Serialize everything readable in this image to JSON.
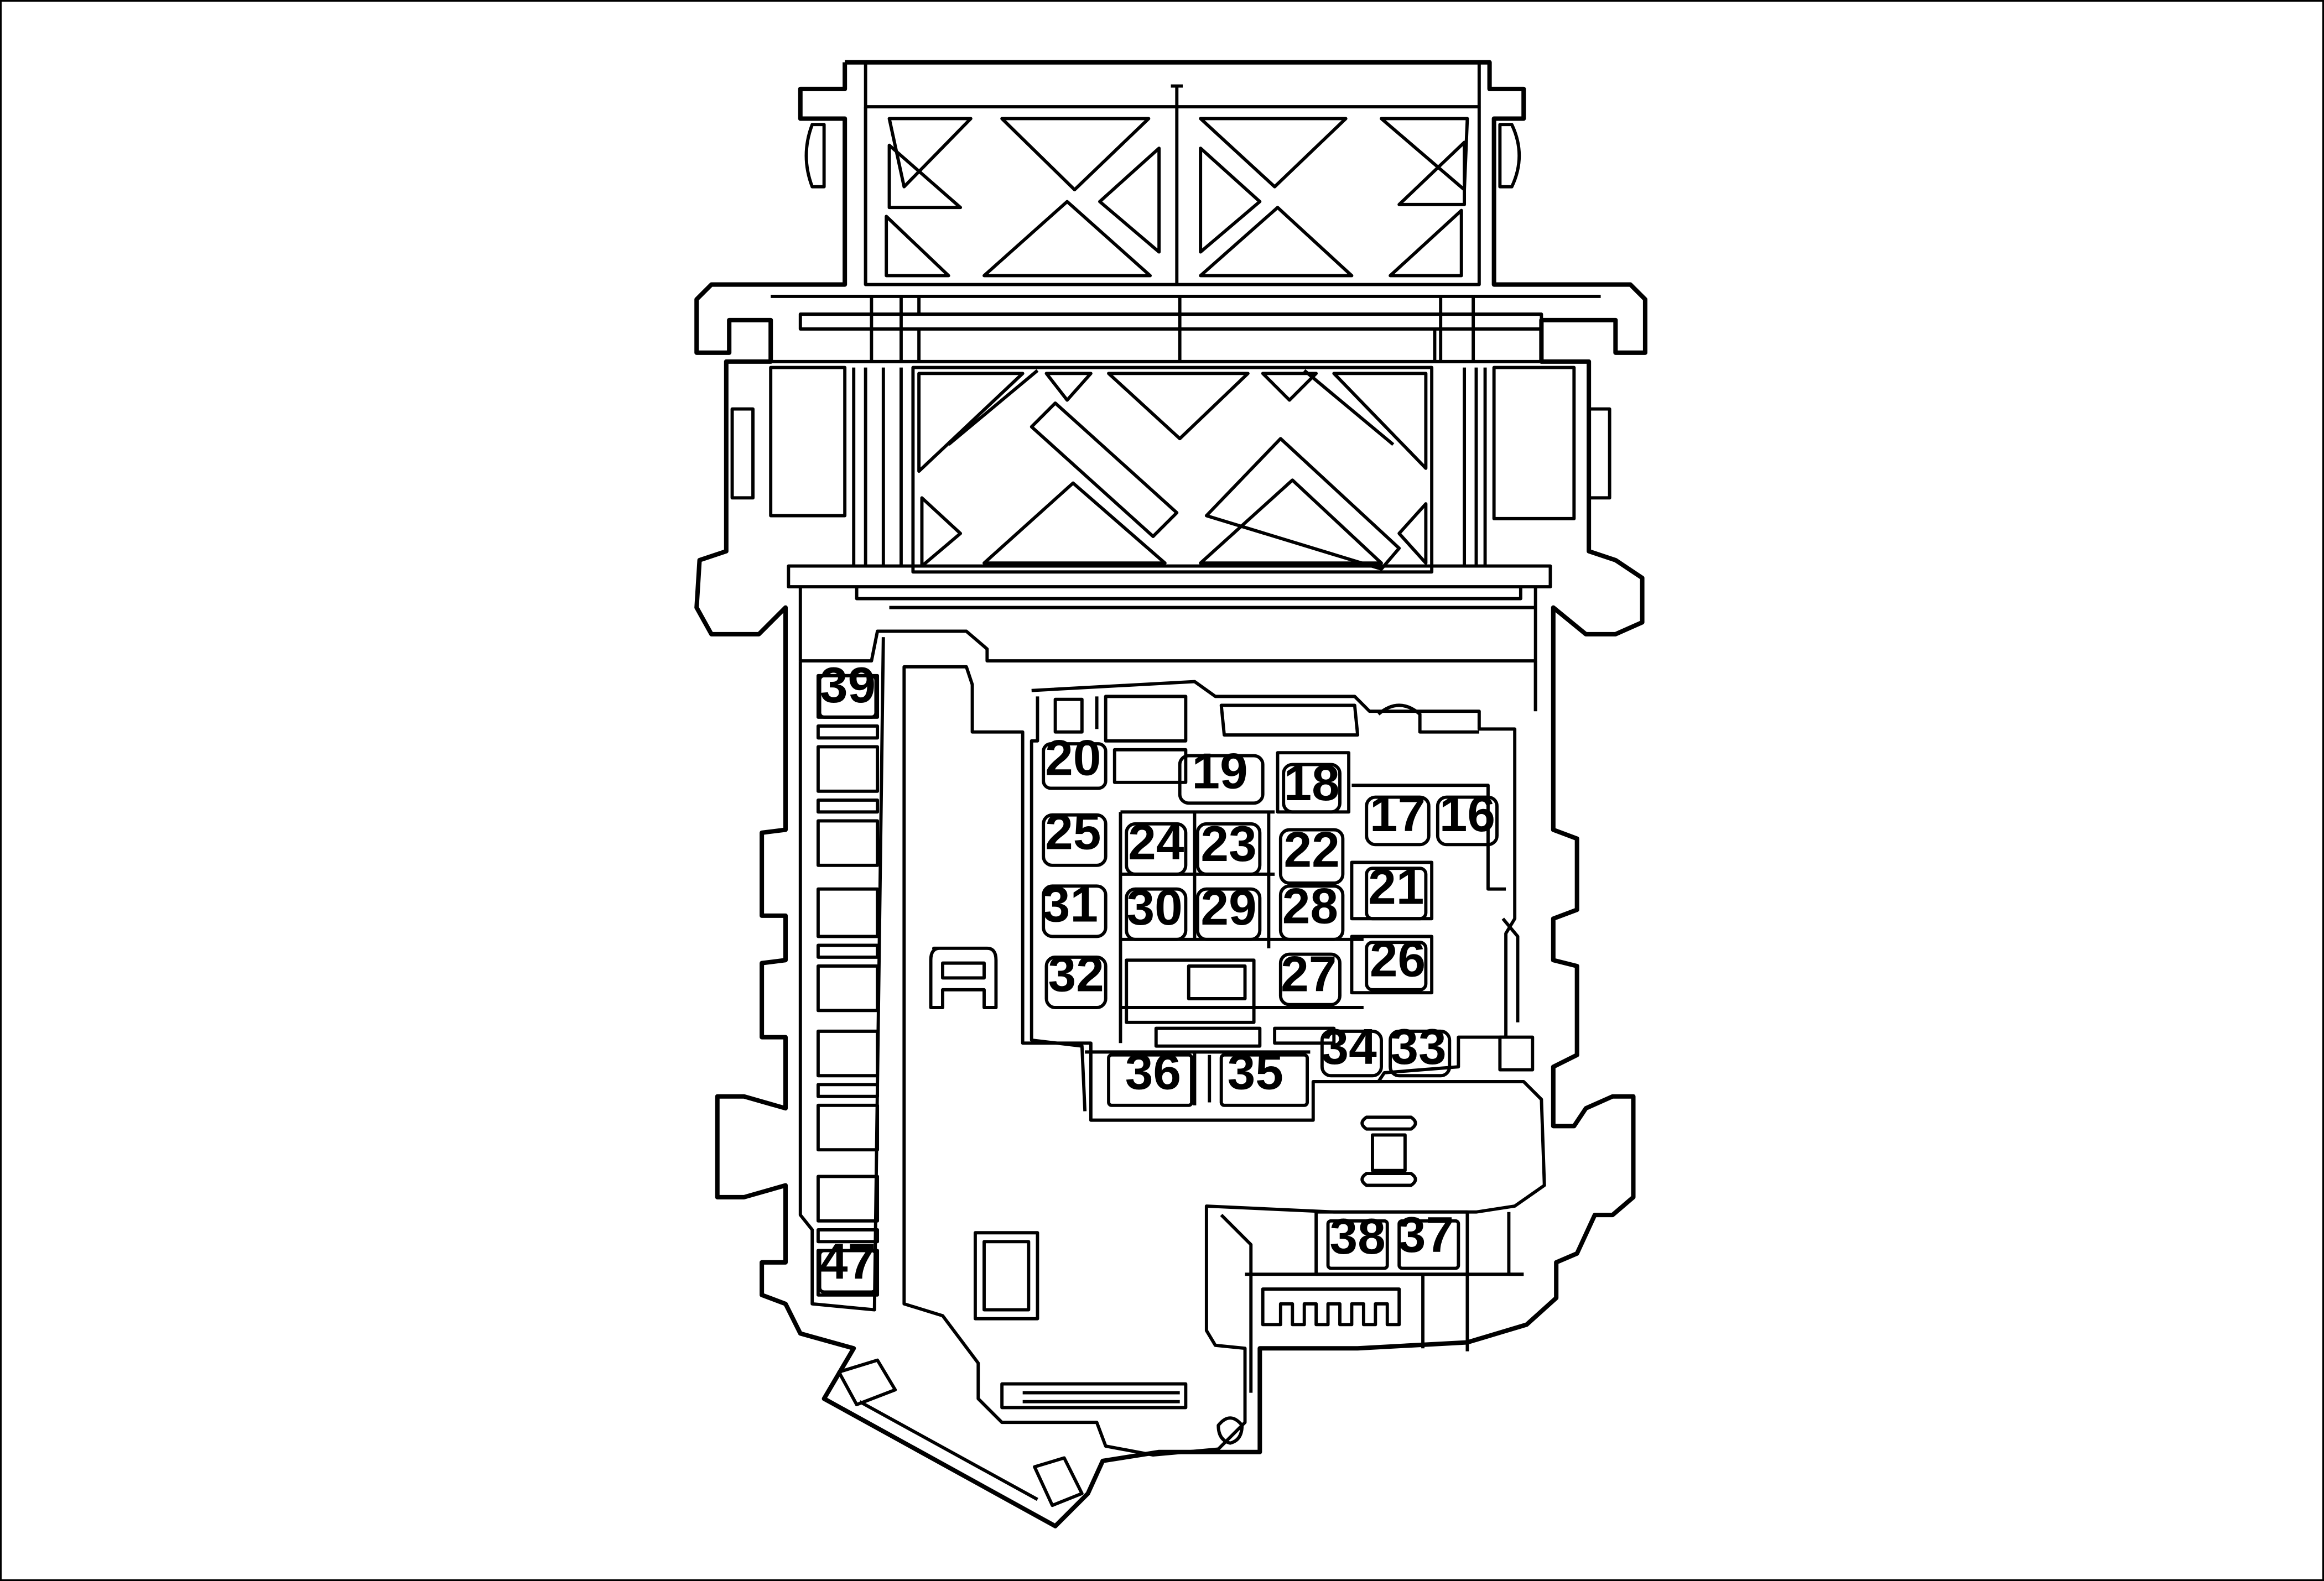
{
  "diagram": {
    "fuse_labels": [
      "16",
      "17",
      "18",
      "19",
      "20",
      "21",
      "22",
      "23",
      "24",
      "25",
      "26",
      "27",
      "28",
      "29",
      "30",
      "31",
      "32",
      "33",
      "34",
      "35",
      "36",
      "37",
      "38",
      "39",
      "47"
    ]
  }
}
